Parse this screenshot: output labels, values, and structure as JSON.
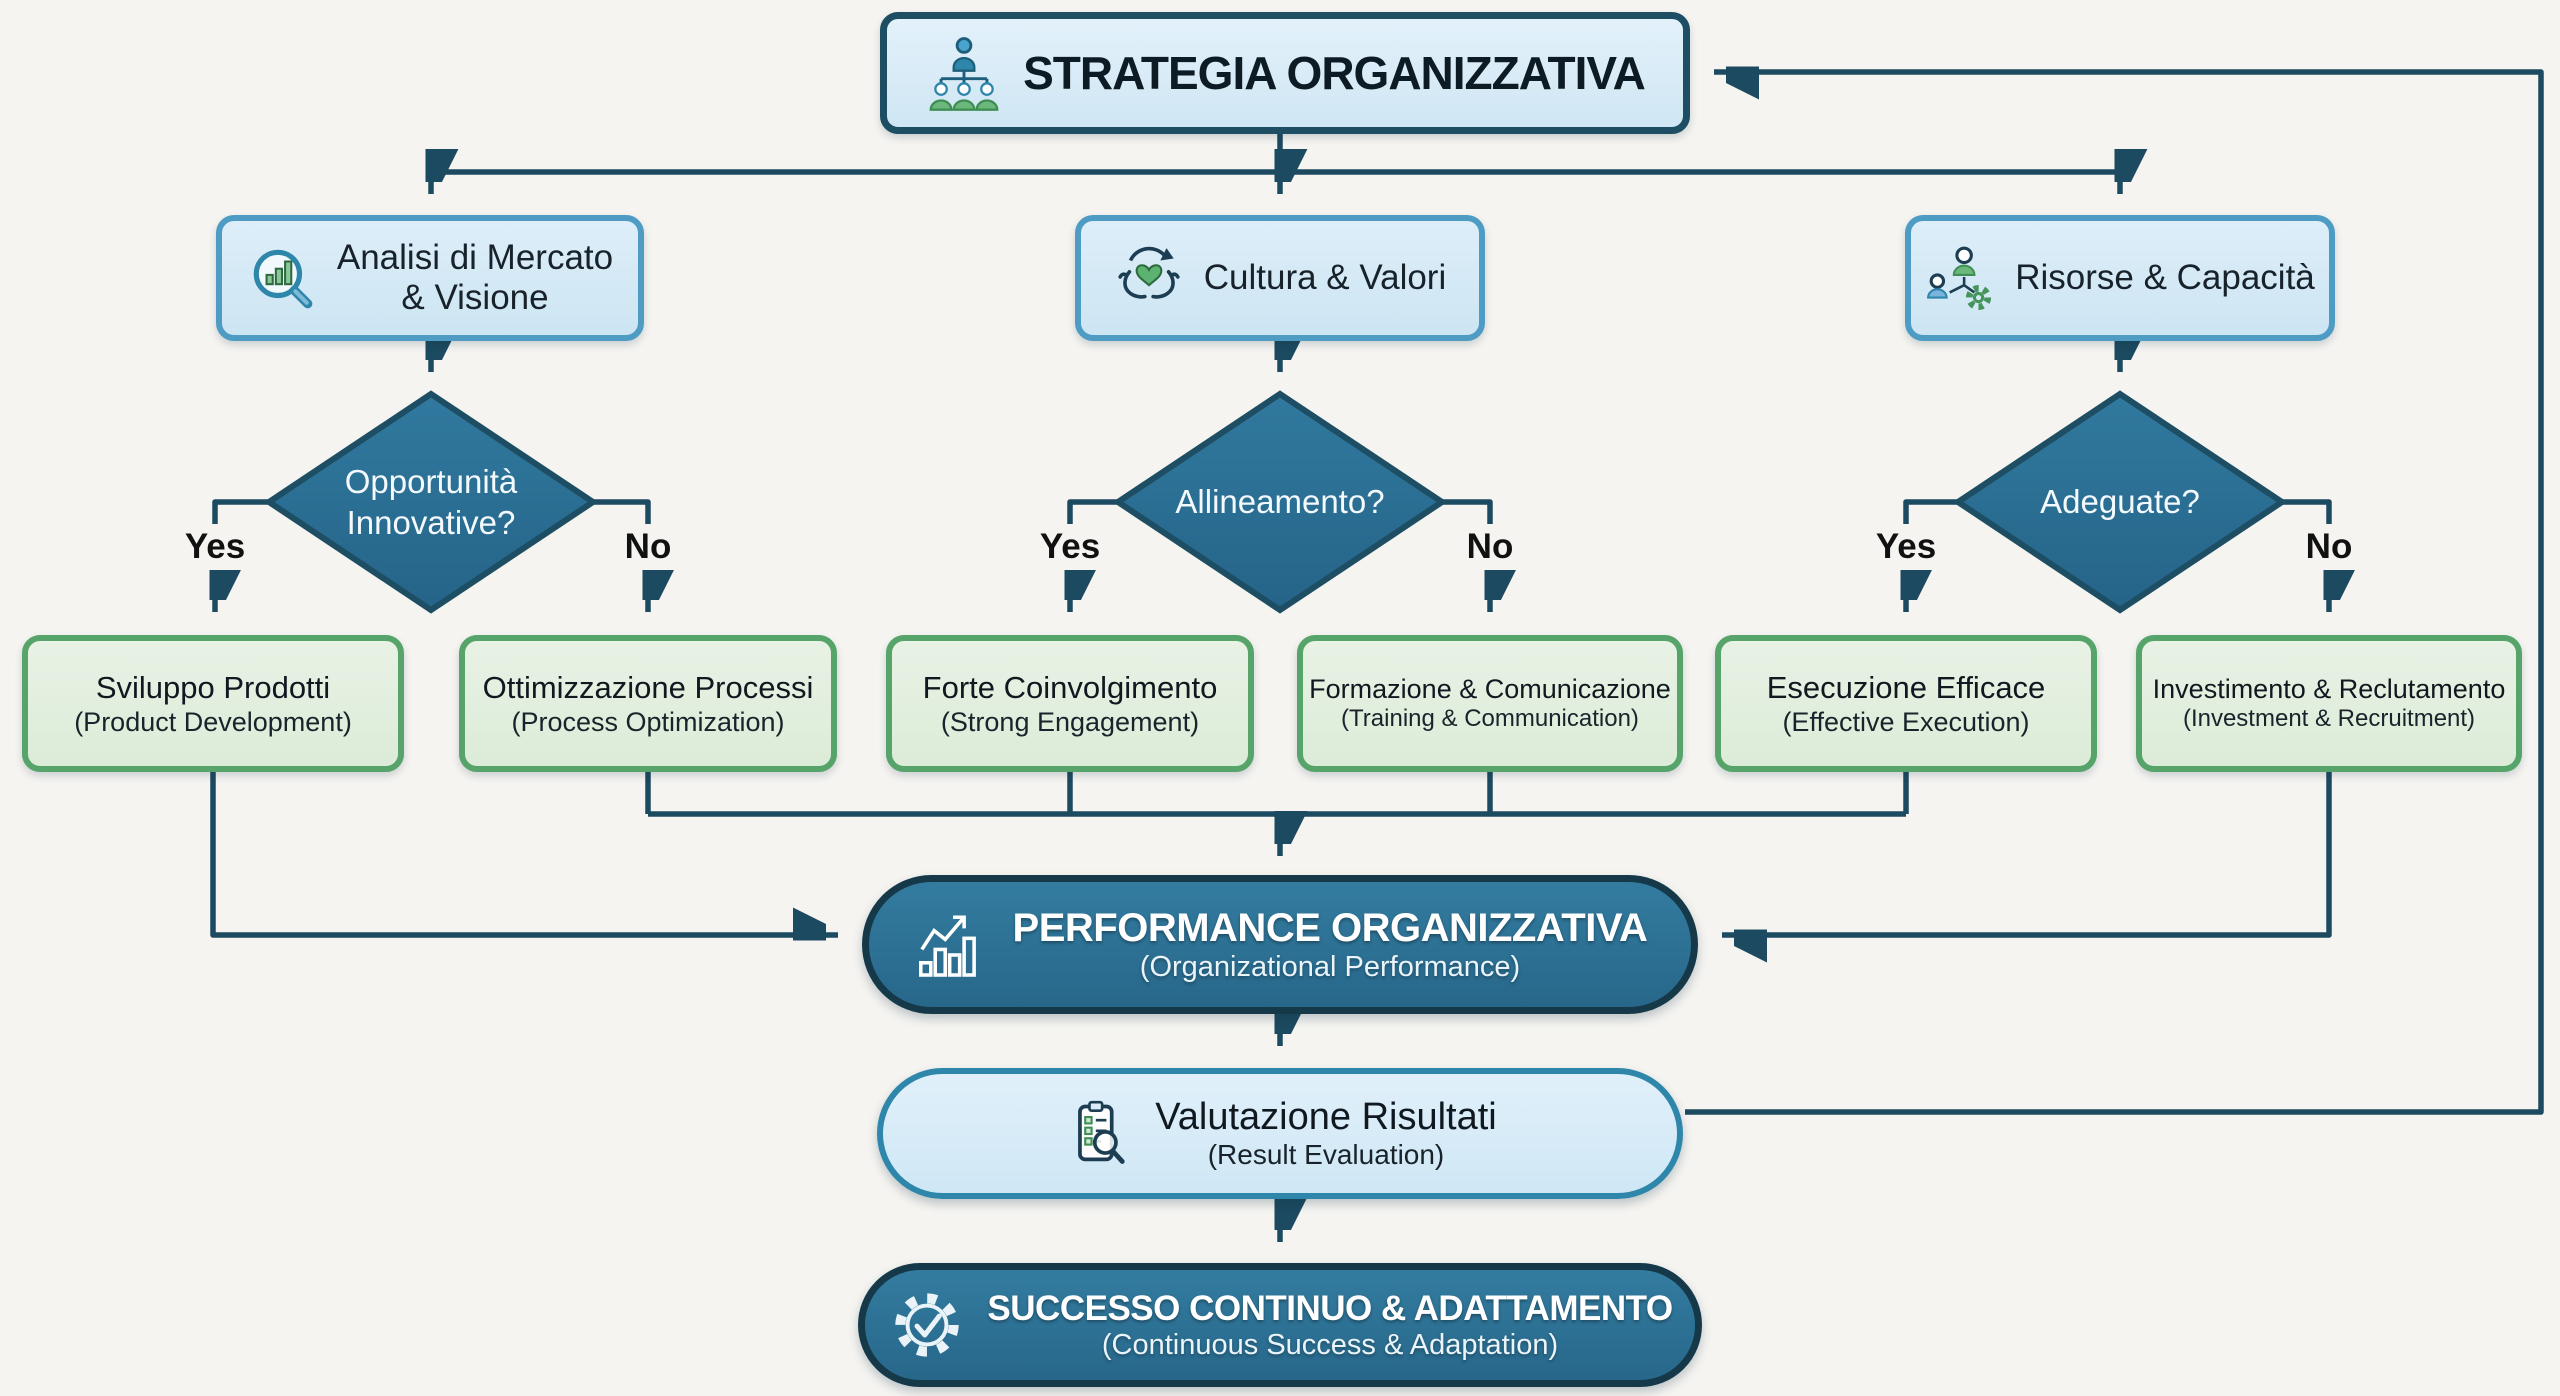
{
  "palette": {
    "background": "#f5f4f1",
    "connector_line": "#1c4a60",
    "teal_fill": "#2d7192",
    "teal_border": "#16394a",
    "light_blue_fill": "#d9ebf7",
    "title_border": "#1d4e63",
    "pillar_border": "#4e9cc4",
    "green_fill": "#e3efe1",
    "green_border": "#57a46b",
    "accent_blue": "#2e86ab",
    "accent_green": "#57a46b"
  },
  "title": {
    "label": "STRATEGIA ORGANIZZATIVA",
    "icon": "org-chart-icon"
  },
  "pillars": [
    {
      "line1": "Analisi di Mercato",
      "line2": "& Visione",
      "icon": "market-analysis-icon"
    },
    {
      "line1": "Cultura & Valori",
      "line2": "",
      "icon": "hands-heart-icon"
    },
    {
      "line1": "Risorse & Capacità",
      "line2": "",
      "icon": "people-gear-icon"
    }
  ],
  "decisions": [
    {
      "line1": "Opportunità",
      "line2": "Innovative?",
      "yes": "Yes",
      "no": "No"
    },
    {
      "line1": "Allineamento?",
      "line2": "",
      "yes": "Yes",
      "no": "No"
    },
    {
      "line1": "Adeguate?",
      "line2": "",
      "yes": "Yes",
      "no": "No"
    }
  ],
  "outcomes": [
    {
      "title": "Sviluppo Prodotti",
      "subtitle": "(Product Development)"
    },
    {
      "title": "Ottimizzazione Processi",
      "subtitle": "(Process Optimization)"
    },
    {
      "title": "Forte Coinvolgimento",
      "subtitle": "(Strong Engagement)"
    },
    {
      "title": "Formazione & Comunicazione",
      "subtitle": "(Training & Communication)"
    },
    {
      "title": "Esecuzione Efficace",
      "subtitle": "(Effective Execution)"
    },
    {
      "title": "Investimento & Reclutamento",
      "subtitle": "(Investment & Recruitment)"
    }
  ],
  "performance": {
    "title": "PERFORMANCE ORGANIZZATIVA",
    "subtitle": "(Organizational Performance)",
    "icon": "growth-chart-icon"
  },
  "evaluation": {
    "title": "Valutazione Risultati",
    "subtitle": "(Result Evaluation)",
    "icon": "clipboard-magnifier-icon"
  },
  "success": {
    "title": "SUCCESSO CONTINUO & ADATTAMENTO",
    "subtitle": "(Continuous Success & Adaptation)",
    "icon": "gear-check-icon"
  }
}
